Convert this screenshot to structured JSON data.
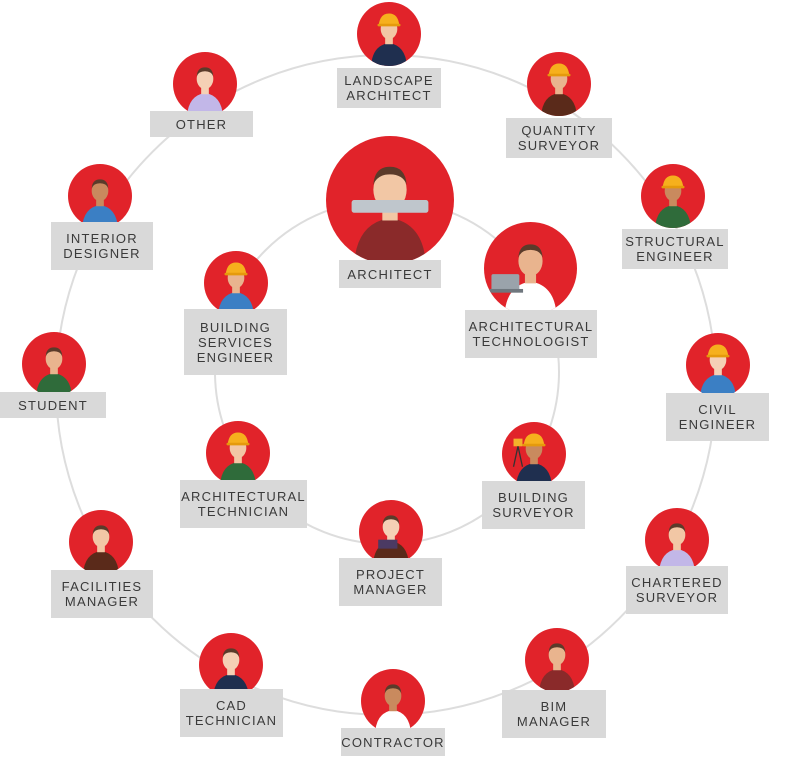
{
  "colors": {
    "accent": "#e1232a",
    "label_bg": "#d9d9d9",
    "ring": "#dddddd"
  },
  "roles": {
    "landscape_architect": {
      "label": "Landscape\nArchitect",
      "icon": "hard-hat-person-icon"
    },
    "quantity_surveyor": {
      "label": "Quantity\nSurveyor",
      "icon": "hard-hat-person-icon"
    },
    "structural_engineer": {
      "label": "Structural\nEngineer",
      "icon": "hard-hat-person-icon"
    },
    "civil_engineer": {
      "label": "Civil\nEngineer",
      "icon": "hard-hat-person-icon"
    },
    "chartered_surveyor": {
      "label": "Chartered\nSurveyor",
      "icon": "person-icon"
    },
    "bim_manager": {
      "label": "BIM\nManager",
      "icon": "person-icon"
    },
    "contractor": {
      "label": "Contractor",
      "icon": "person-icon"
    },
    "cad_technician": {
      "label": "CAD\nTechnician",
      "icon": "person-icon"
    },
    "facilities_manager": {
      "label": "Facilities\nManager",
      "icon": "person-icon"
    },
    "student": {
      "label": "Student",
      "icon": "person-icon"
    },
    "interior_designer": {
      "label": "Interior\nDesigner",
      "icon": "person-icon"
    },
    "other": {
      "label": "Other",
      "icon": "person-icon"
    },
    "architect": {
      "label": "Architect",
      "icon": "architect-person-icon"
    },
    "architectural_technologist": {
      "label": "Architectural\nTechnologist",
      "icon": "person-with-laptop-icon"
    },
    "building_surveyor": {
      "label": "Building\nSurveyor",
      "icon": "surveyor-with-theodolite-icon"
    },
    "project_manager": {
      "label": "Project\nManager",
      "icon": "person-with-folder-icon"
    },
    "architectural_technician": {
      "label": "Architectural\nTechnician",
      "icon": "hard-hat-person-icon"
    },
    "building_services_engineer": {
      "label": "Building\nServices\nEngineer",
      "icon": "hard-hat-person-icon"
    }
  }
}
